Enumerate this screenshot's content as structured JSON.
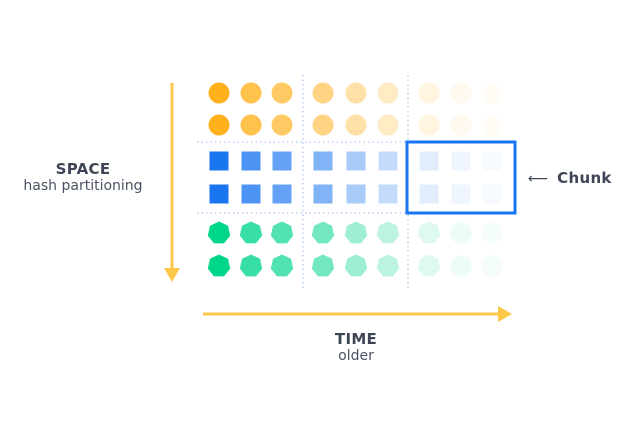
{
  "space_axis": {
    "title": "SPACE",
    "subtitle": "hash partitioning"
  },
  "time_axis": {
    "title": "TIME",
    "subtitle": "older"
  },
  "chunk_label": {
    "arrow": "⟵",
    "text": "Chunk"
  },
  "colors": {
    "arrow": "#fdc84a",
    "orange": "#ffb11b",
    "blue": "#1a75f0",
    "green": "#00d68a",
    "divider": "#a9c6f5",
    "chunk_border": "#1a75f0",
    "text": "#3d4556"
  },
  "grid": {
    "columns": 9,
    "column_opacity": [
      1,
      0.78,
      0.68,
      0.55,
      0.38,
      0.26,
      0.13,
      0.07,
      0.04
    ],
    "rows": [
      {
        "shape": "circle",
        "color_key": "orange",
        "partition": "orange"
      },
      {
        "shape": "circle",
        "color_key": "orange",
        "partition": "orange"
      },
      {
        "shape": "square",
        "color_key": "blue",
        "partition": "blue"
      },
      {
        "shape": "square",
        "color_key": "blue",
        "partition": "blue"
      },
      {
        "shape": "heptagon",
        "color_key": "green",
        "partition": "green"
      },
      {
        "shape": "heptagon",
        "color_key": "green",
        "partition": "green"
      }
    ],
    "highlighted_chunk": {
      "rows": [
        2,
        3
      ],
      "columns": [
        6,
        7,
        8
      ]
    }
  }
}
